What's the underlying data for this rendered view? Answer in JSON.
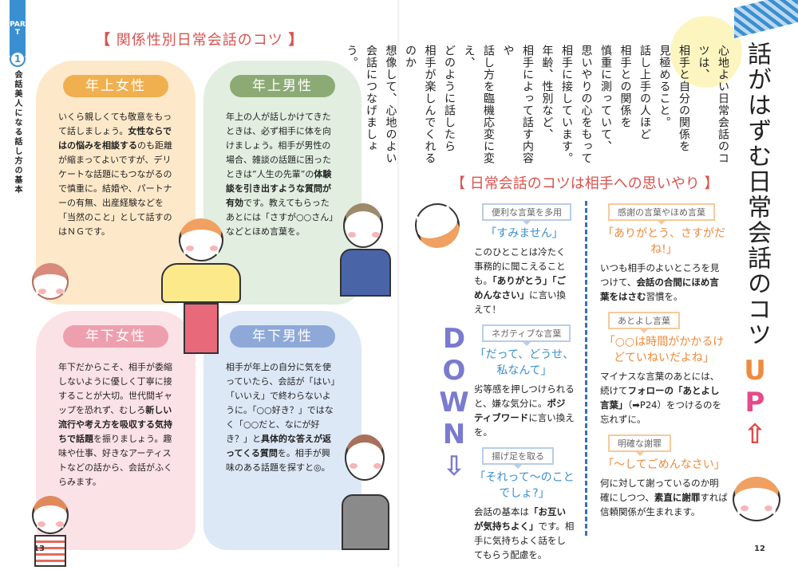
{
  "part": {
    "label": "PART",
    "number": "1",
    "chapter": "会話美人になる話し方の基本"
  },
  "left": {
    "heading_open": "【",
    "heading": "関係性別日常会話のコツ",
    "heading_close": "】",
    "boxes": [
      {
        "label": "年上女性",
        "segments": [
          {
            "t": "いくら親しくても敬意をもって話しましょう。"
          },
          {
            "t": "女性ならではの悩みを相談する",
            "b": true
          },
          {
            "t": "のも距離が縮まってよいですが、デリケートな話題にもつながるので慎重に。結婚や、パートナーの有無、出産経験などを「当然のこと」として話すのはＮＧです。"
          }
        ]
      },
      {
        "label": "年上男性",
        "segments": [
          {
            "t": "年上の人が話しかけてきたときは、必ず相手に体を向けましょう。相手が男性の場合、雑談の話題に困ったときは”人生の先輩”の"
          },
          {
            "t": "体験談を引き出すような質問が有効",
            "b": true
          },
          {
            "t": "です。教えてもらったあとには「さすが○○さん」などとほめ言葉を。"
          }
        ]
      },
      {
        "label": "年下女性",
        "segments": [
          {
            "t": "年下だからこそ、相手が委縮しないように優しく丁寧に接することが大切。世代間ギャップを恐れず、むしろ"
          },
          {
            "t": "新しい流行や考え方を吸収する気持ちで話題",
            "b": true
          },
          {
            "t": "を振りましょう。趣味や仕事、好きなアーティストなどの話から、会話がふくらみます。"
          }
        ]
      },
      {
        "label": "年下男性",
        "segments": [
          {
            "t": "相手が年上の自分に気を使っていたら、会話が「はい」「いいえ」で終わらないように。「○○好き？」ではなく「○○だと、なにが好き？」と"
          },
          {
            "t": "具体的な答えが返ってくる質問",
            "b": true
          },
          {
            "t": "を。相手が興味のある話題を探すと◎。"
          }
        ]
      }
    ],
    "page_number": "13"
  },
  "right": {
    "title": "話がはずむ日常会話のコツ",
    "intro_lines": [
      "心地よい日常会話のコツは、",
      "相手と自分の関係を",
      "見極めること。",
      "話し上手の人ほど",
      "相手との関係を",
      "慎重に測っていて、",
      "思いやりの心をもって",
      "相手に接しています。",
      "年齢、性別など、",
      "相手によって話す内容や",
      "話し方を臨機応変に変え、",
      "どのように話したら",
      "相手が楽しんでくれるのか",
      "想像して、心地のよい",
      "会話につなげましょう。"
    ],
    "heading_open": "【",
    "heading": "日常会話のコツは相手への思いやり",
    "heading_close": "】",
    "left_column": [
      {
        "tag": "便利な言葉を多用",
        "quote": "「すみません」",
        "segments": [
          {
            "t": "このひとことは冷たく事務的に聞こえることも。"
          },
          {
            "t": "「ありがとう」「ごめんなさい」",
            "b": true
          },
          {
            "t": "に言い換えて！"
          }
        ]
      },
      {
        "tag": "ネガティブな言葉",
        "quote": "「だって、どうせ、私なんて」",
        "segments": [
          {
            "t": "劣等感を押しつけられると、嫌な気分に。"
          },
          {
            "t": "ポジティブワード",
            "b": true
          },
          {
            "t": "に言い換えを。"
          }
        ]
      },
      {
        "tag": "揚げ足を取る",
        "quote": "「それって〜のことでしょ?」",
        "segments": [
          {
            "t": "会話の基本は"
          },
          {
            "t": "「お互いが気持ちよく」",
            "b": true
          },
          {
            "t": "です。相手に気持ちよく話をしてもらう配慮を。"
          }
        ]
      }
    ],
    "right_column": [
      {
        "tag": "感謝の言葉やほめ言葉",
        "quote": "「ありがとう、さすがだね!」",
        "segments": [
          {
            "t": "いつも相手のよいところを見つけて、"
          },
          {
            "t": "会話の合間にほめ言葉をはさむ",
            "b": true
          },
          {
            "t": "習慣を。"
          }
        ]
      },
      {
        "tag": "あとよし言葉",
        "quote": "「○○は時間がかかるけどていねいだよね」",
        "segments": [
          {
            "t": "マイナスな言葉のあとには、続けて"
          },
          {
            "t": "フォローの「あとよし言葉」",
            "b": true
          },
          {
            "t": "（➡P24）をつけるのを忘れずに。"
          }
        ]
      },
      {
        "tag": "明確な謝罪",
        "quote": "「〜してごめんなさい」",
        "segments": [
          {
            "t": "何に対して謝っているのか明確にしつつ、"
          },
          {
            "t": "素直に謝罪",
            "b": true
          },
          {
            "t": "すれば信頼関係が生まれます。"
          }
        ]
      }
    ],
    "page_number": "12"
  },
  "colors": {
    "accent_red": "#d9534f",
    "blue": "#3a8fd0",
    "orange": "#f08a3c",
    "box_orange": "#fde9c9",
    "box_green": "#e1eee0",
    "box_pink": "#fbe2e7",
    "box_blue": "#dde8f6"
  }
}
